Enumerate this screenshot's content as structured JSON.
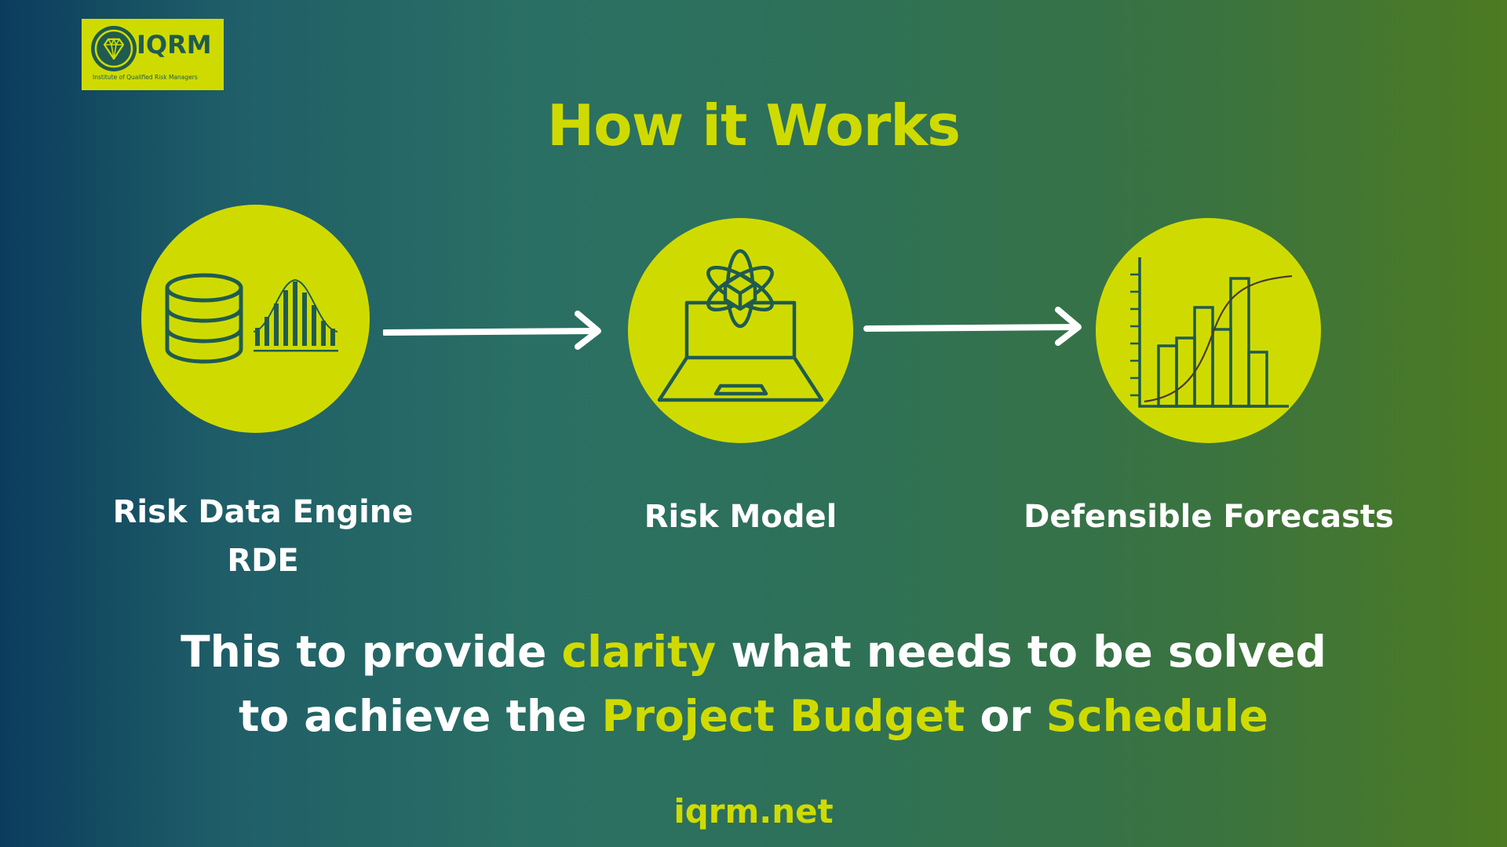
{
  "logo": {
    "name": "IQRM",
    "subtitle": "Institute of Qualified Risk Managers"
  },
  "title": "How it Works",
  "steps": [
    {
      "line1": "Risk Data Engine",
      "line2": "RDE"
    },
    {
      "line1": "Risk Model"
    },
    {
      "line1": "Defensible Forecasts"
    }
  ],
  "tagline": {
    "p1": "This to provide ",
    "h1": "clarity",
    "p2": " what needs to be solved",
    "p3": "to achieve the ",
    "h2": "Project Budget",
    "p4": " or ",
    "h3": "Schedule"
  },
  "footer": "iqrm.net",
  "colors": {
    "accent": "#cfdb00",
    "icon": "#1f5b4f",
    "text": "#ffffff"
  },
  "icons": [
    "diamond-icon",
    "database-icon",
    "distribution-chart-icon",
    "laptop-atom-icon",
    "histogram-s-curve-icon",
    "arrow-right-icon"
  ]
}
